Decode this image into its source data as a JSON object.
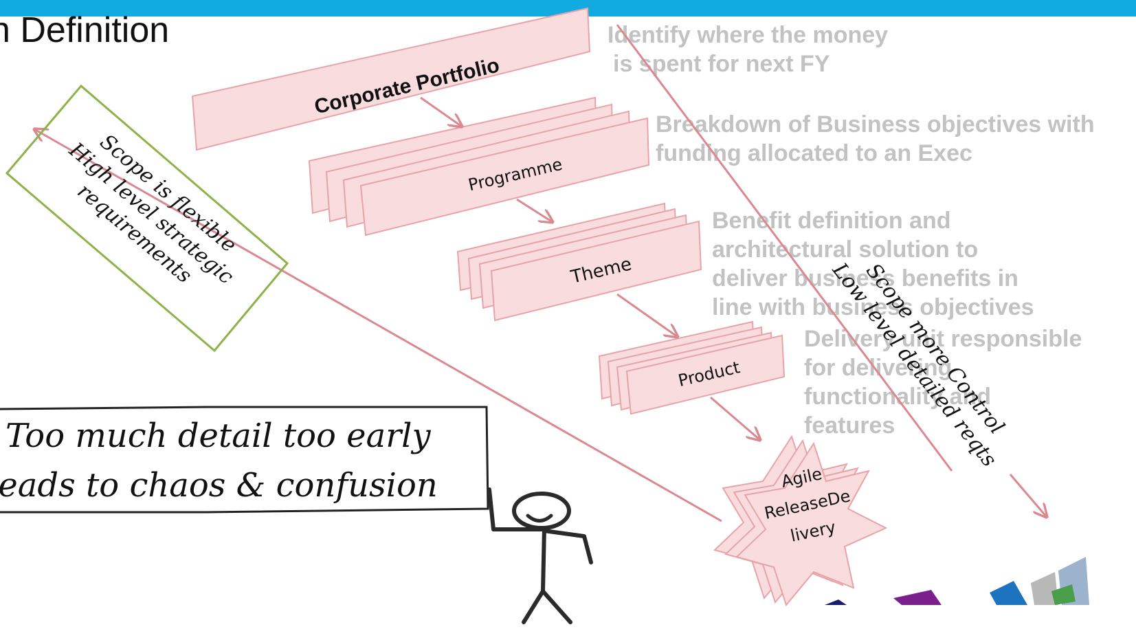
{
  "title": "n Definition",
  "colors": {
    "header_bar": "#12ABDF",
    "box_fill": "#F9DCDD",
    "box_stroke": "#E8A3A8",
    "arrow": "#D9898F",
    "scope_box_border": "#8DB249",
    "description_text": "#C2C2C2"
  },
  "hierarchy": [
    {
      "label": "Corporate Portfolio",
      "description": [
        "Identify where the money",
        "is spent for next FY"
      ]
    },
    {
      "label": "Programme",
      "description": [
        "Breakdown of Business objectives with",
        "funding allocated to an Exec"
      ]
    },
    {
      "label": "Theme",
      "description": [
        "Benefit definition and",
        "architectural solution to",
        "deliver business benefits in",
        "line with business objectives"
      ]
    },
    {
      "label": "Product",
      "description": [
        "Delivery unit responsible",
        "for delivering",
        "functionality and",
        "features"
      ]
    },
    {
      "label_lines": [
        "Agile",
        "ReleaseDe",
        "livery"
      ]
    }
  ],
  "annotations": {
    "scope_flexible": [
      "Scope is flexible",
      "High level strategic",
      "requirements"
    ],
    "scope_control": [
      "Scope more Control",
      "Low level detailed reqts"
    ],
    "speech_bubble": [
      "Too much detail too early",
      "leads to chaos & confusion"
    ]
  }
}
